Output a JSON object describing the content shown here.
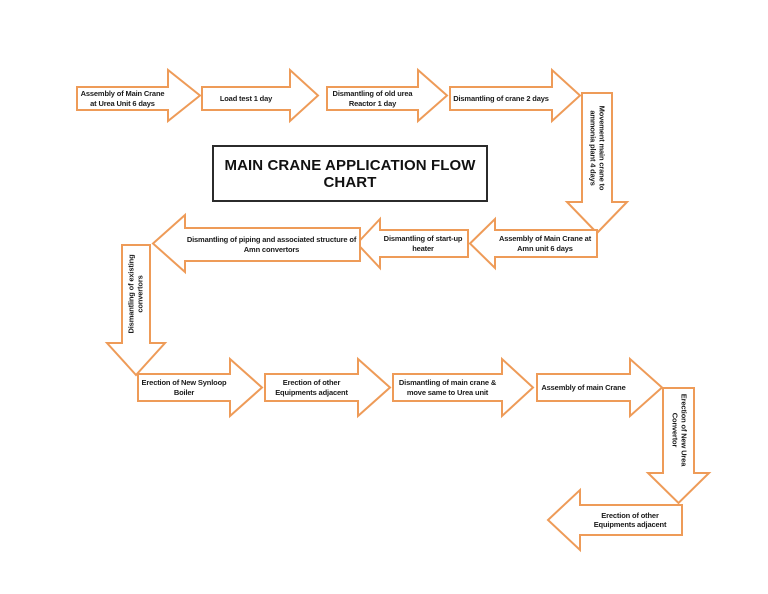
{
  "title": {
    "text": "MAIN CRANE APPLICATION FLOW CHART"
  },
  "colors": {
    "arrow_stroke": "#EE9B58",
    "arrow_fill": "#ffffff",
    "title_border": "#2b2b2b",
    "text": "#1b1b1b",
    "background": "#ffffff"
  },
  "steps": [
    {
      "id": "step-1",
      "label": "Assembly of Main Crane at Urea Unit 6 days",
      "direction": "right"
    },
    {
      "id": "step-2",
      "label": "Load test 1 day",
      "direction": "right"
    },
    {
      "id": "step-3",
      "label": "Dismantling of old urea Reactor 1 day",
      "direction": "right"
    },
    {
      "id": "step-4",
      "label": "Dismantling of crane 2 days",
      "direction": "right"
    },
    {
      "id": "step-5",
      "label": "Movement main crane to ammonia plant 4 days",
      "direction": "down"
    },
    {
      "id": "step-6",
      "label": "Assembly of Main Crane at Amn unit 6 days",
      "direction": "left"
    },
    {
      "id": "step-7",
      "label": "Dismantling of start-up heater",
      "direction": "left"
    },
    {
      "id": "step-8",
      "label": "Dismantling of piping and associated structure of Amn convertors",
      "direction": "left"
    },
    {
      "id": "step-9",
      "label": "Dismantling of existing convertors",
      "direction": "down"
    },
    {
      "id": "step-10",
      "label": "Erection of New Synloop Boiler",
      "direction": "right"
    },
    {
      "id": "step-11",
      "label": "Erection of other Equipments adjacent",
      "direction": "right"
    },
    {
      "id": "step-12",
      "label": "Dismantling of main crane & move same to Urea unit",
      "direction": "right"
    },
    {
      "id": "step-13",
      "label": "Assembly of main Crane",
      "direction": "right"
    },
    {
      "id": "step-14",
      "label": "Erection of New Urea Convertor",
      "direction": "down"
    },
    {
      "id": "step-15",
      "label": "Erection of other Equipments adjacent",
      "direction": "left"
    }
  ]
}
